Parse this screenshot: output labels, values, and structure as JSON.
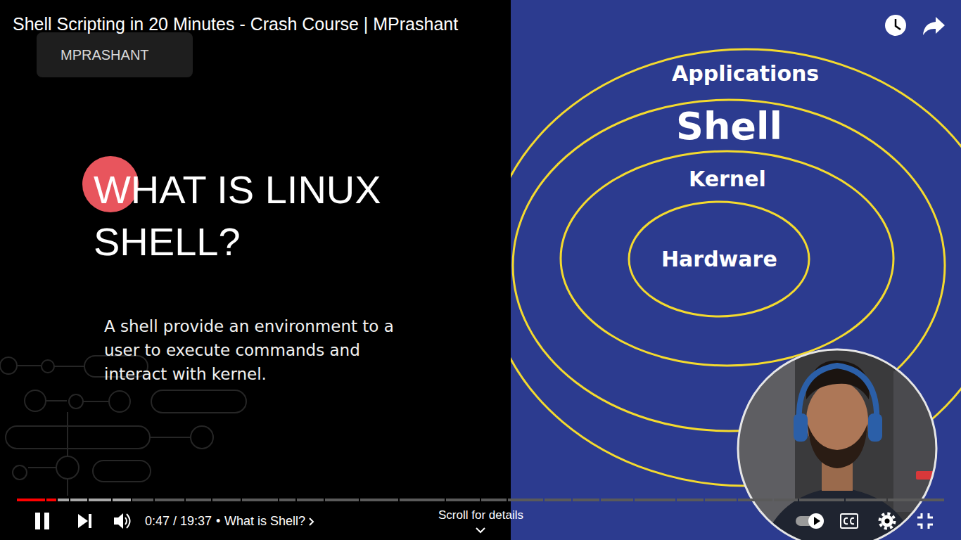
{
  "diagram": {
    "title": "Shell Scripting in 20 Minutes - Crash Course | MPrashant",
    "nodes": [
      {
        "text": [
          "Applications"
        ]
      },
      {
        "text": [
          "Shell"
        ],
        "in": 0
      },
      {
        "text": [
          "Kernel"
        ],
        "in": 1
      },
      {
        "text": [
          "Hardware"
        ],
        "in": 2
      }
    ],
    "labels": [
      "MPRASHANT",
      "WHAT IS LINUX SHELL?",
      "A shell provide an environment to a user to execute commands and interact with kernel.",
      "0:47 / 19:37",
      "•",
      "What is Shell?",
      "Scroll for details"
    ]
  }
}
